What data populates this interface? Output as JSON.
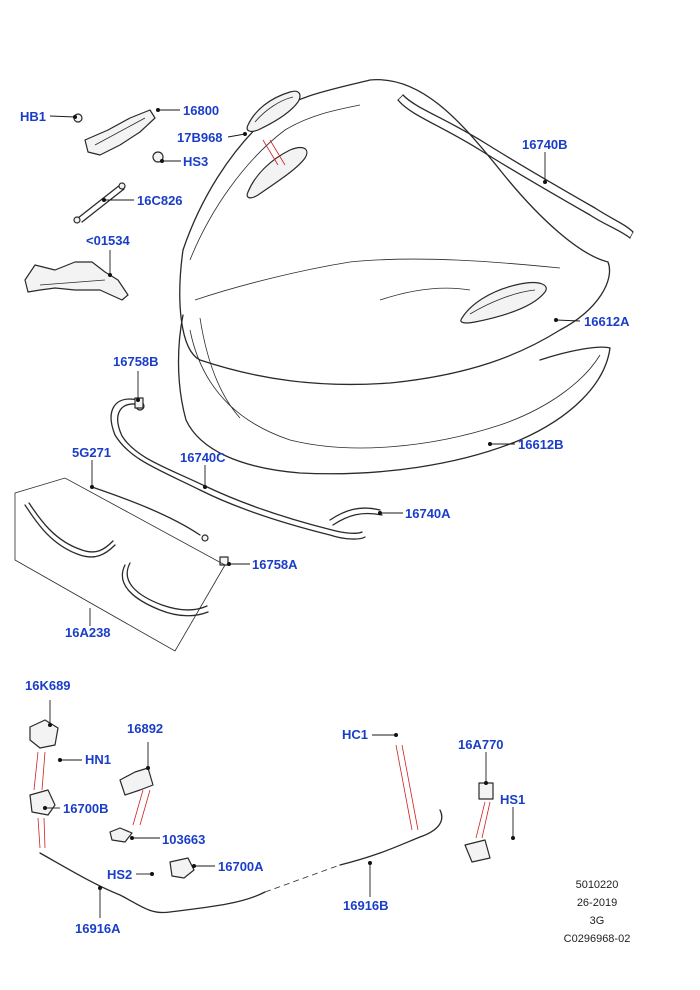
{
  "callouts": {
    "hb1": "HB1",
    "p16800": "16800",
    "p17b968": "17B968",
    "hs3": "HS3",
    "p16c826": "16C826",
    "p01534": "<01534",
    "p16740b": "16740B",
    "p16612a": "16612A",
    "p16758b": "16758B",
    "p5g271": "5G271",
    "p16740c": "16740C",
    "p16612b": "16612B",
    "p16740a": "16740A",
    "p16758a": "16758A",
    "p16a238": "16A238",
    "p16k689": "16K689",
    "p16892": "16892",
    "hn1": "HN1",
    "p16700b": "16700B",
    "p103663": "103663",
    "hs2": "HS2",
    "p16700a": "16700A",
    "p16916a": "16916A",
    "hc1": "HC1",
    "p16a770": "16A770",
    "hs1": "HS1",
    "p16916b": "16916B"
  },
  "reference": {
    "line1": "5010220",
    "line2": "26-2019",
    "line3": "3G",
    "line4": "C0296968-02"
  },
  "colors": {
    "callout": "#1a3ec8",
    "leader": "#1a1a1a",
    "assembly_line": "#d02020"
  }
}
